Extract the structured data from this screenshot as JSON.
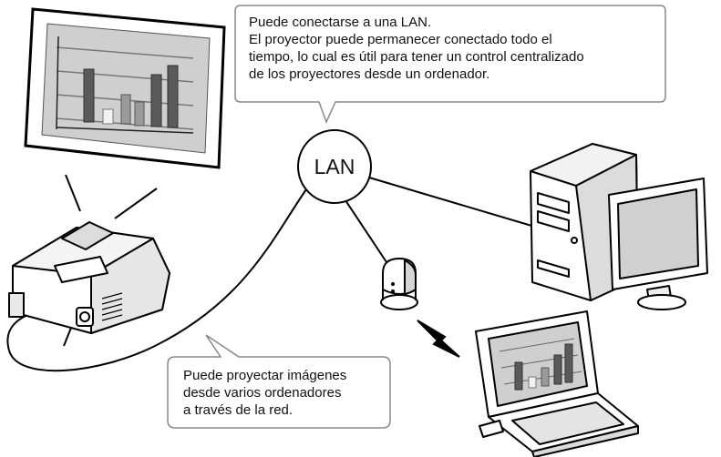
{
  "lan": {
    "label": "LAN"
  },
  "callouts": {
    "top": [
      "Puede conectarse a una LAN.",
      "El proyector puede permanecer conectado todo el",
      "tiempo, lo cual es útil para tener un control centralizado",
      "de los proyectores desde un ordenador."
    ],
    "bottom": [
      "Puede proyectar imágenes",
      "desde varios ordenadores",
      "a través de la red."
    ]
  },
  "colors": {
    "line": "#000000",
    "device_light": "#ffffff",
    "device_shade": "#d9d9d9",
    "screen_gray": "#c8c8c8",
    "bar_dark": "#555555",
    "bar_mid": "#9a9a9a",
    "bar_light": "#f0f0f0"
  },
  "icons": [
    "projection-screen-icon",
    "projector-icon",
    "lan-hub-icon",
    "wireless-access-point-icon",
    "desktop-computer-icon",
    "laptop-icon",
    "lightning-icon"
  ]
}
